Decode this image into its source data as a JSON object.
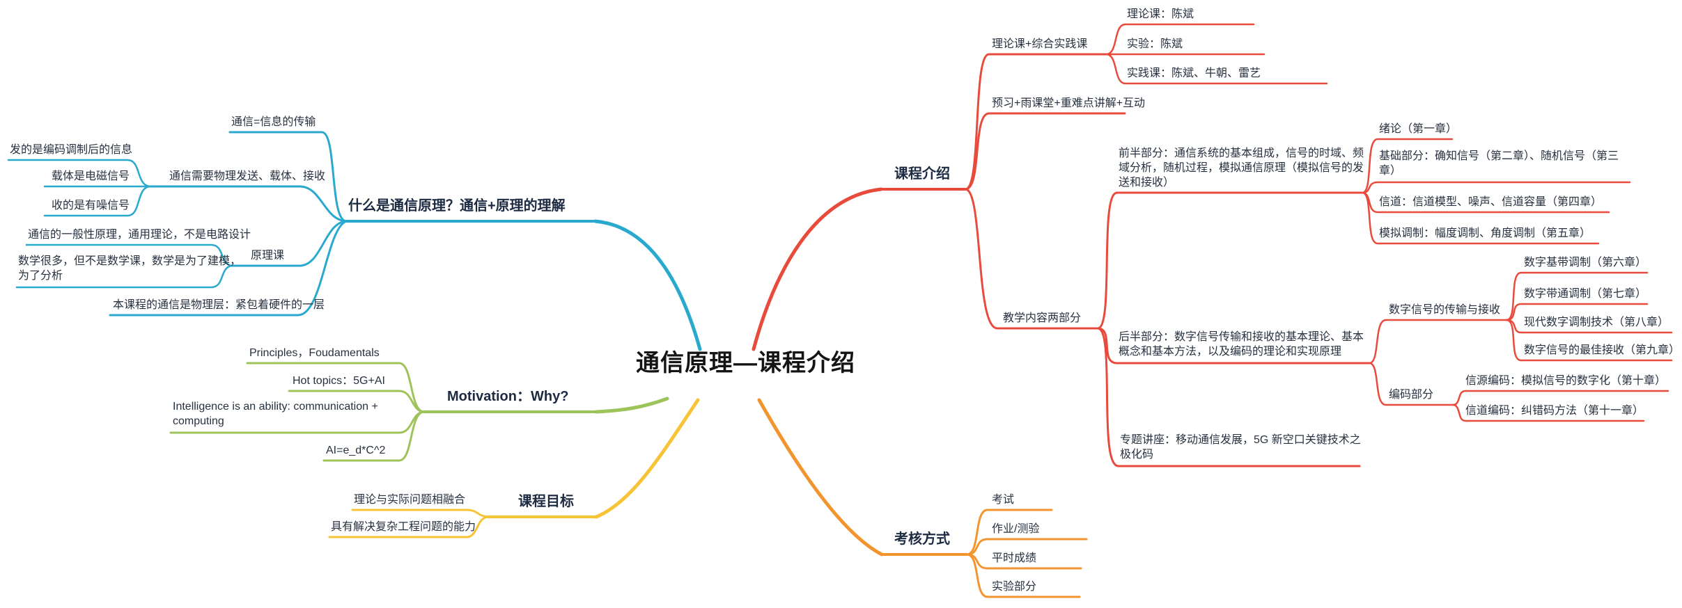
{
  "title": "通信原理—课程介绍",
  "colors": {
    "blue": "#29A9CE",
    "green": "#9DC35B",
    "yellow": "#F7C437",
    "red": "#E84B3C",
    "orange": "#F2952F",
    "text": "#27313F"
  },
  "branches": {
    "what_is": {
      "label": "什么是通信原理？通信+原理的理解",
      "children": {
        "comm_def": {
          "label": "通信=信息的传输"
        },
        "physical": {
          "label": "通信需要物理发送、载体、接收",
          "children": {
            "send": {
              "label": "发的是编码调制后的信息"
            },
            "carrier": {
              "label": "载体是电磁信号"
            },
            "receive": {
              "label": "收的是有噪信号"
            }
          }
        },
        "principle_course": {
          "label": "原理课",
          "children": {
            "general_theory": {
              "label": "通信的一般性原理，通用理论，不是电路设计"
            },
            "math": {
              "label": "数学很多，但不是数学课，数学是为了建模，为了分析"
            }
          }
        },
        "physical_layer": {
          "label": "本课程的通信是物理层：紧包着硬件的一层"
        }
      }
    },
    "motivation": {
      "label": "Motivation：Why?",
      "children": {
        "principles": {
          "label": "Principles，Foudamentals"
        },
        "hot_topics": {
          "label": "Hot topics：5G+AI"
        },
        "intelligence": {
          "label": "Intelligence is an ability: communication + computing"
        },
        "ai_formula": {
          "label": "AI=e_d*C^2"
        }
      }
    },
    "course_goal": {
      "label": "课程目标",
      "children": {
        "theory_practice": {
          "label": "理论与实际问题相融合"
        },
        "complex_problem": {
          "label": "具有解决复杂工程问题的能力"
        }
      }
    },
    "course_intro": {
      "label": "课程介绍",
      "children": {
        "course_type": {
          "label": "理论课+综合实践课",
          "children": {
            "theory_teacher": {
              "label": "理论课：陈斌"
            },
            "experiment_teacher": {
              "label": "实验：陈斌"
            },
            "practice_teacher": {
              "label": "实践课：陈斌、牛朝、雷艺"
            }
          }
        },
        "teaching_method": {
          "label": "预习+雨课堂+重难点讲解+互动"
        },
        "content_two_parts": {
          "label": "教学内容两部分",
          "children": {
            "first_half": {
              "label": "前半部分：通信系统的基本组成，信号的时域、频域分析，随机过程，模拟通信原理（模拟信号的发送和接收）",
              "children": {
                "ch1": {
                  "label": "绪论（第一章）"
                },
                "ch2_3": {
                  "label": "基础部分：确知信号（第二章）、随机信号（第三章）"
                },
                "ch4": {
                  "label": "信道：信道模型、噪声、信道容量（第四章）"
                },
                "ch5": {
                  "label": "模拟调制：幅度调制、角度调制（第五章）"
                }
              }
            },
            "second_half": {
              "label": "后半部分：数字信号传输和接收的基本理论、基本概念和基本方法，以及编码的理论和实现原理",
              "children": {
                "digital_transmission": {
                  "label": "数字信号的传输与接收",
                  "children": {
                    "ch6": {
                      "label": "数字基带调制（第六章）"
                    },
                    "ch7": {
                      "label": "数字带通调制（第七章）"
                    },
                    "ch8": {
                      "label": "现代数字调制技术（第八章）"
                    },
                    "ch9": {
                      "label": "数字信号的最佳接收（第九章）"
                    }
                  }
                },
                "coding": {
                  "label": "编码部分",
                  "children": {
                    "ch10": {
                      "label": "信源编码：模拟信号的数字化（第十章）"
                    },
                    "ch11": {
                      "label": "信道编码：纠错码方法（第十一章）"
                    }
                  }
                }
              }
            },
            "lecture": {
              "label": "专题讲座：移动通信发展，5G 新空口关键技术之极化码"
            }
          }
        }
      }
    },
    "assessment": {
      "label": "考核方式",
      "children": {
        "exam": {
          "label": "考试"
        },
        "homework": {
          "label": "作业/测验"
        },
        "daily_score": {
          "label": "平时成绩"
        },
        "experiment": {
          "label": "实验部分"
        }
      }
    }
  }
}
